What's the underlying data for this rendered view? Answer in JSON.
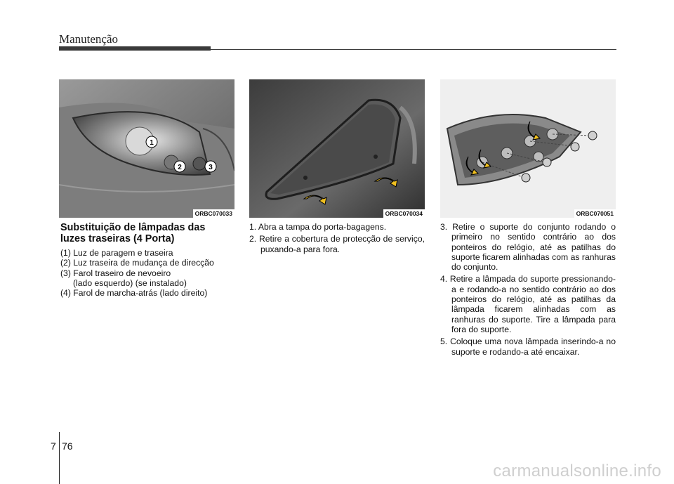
{
  "header": {
    "section_title": "Manutenção"
  },
  "figures": [
    {
      "caption": "ORBC070033",
      "callouts": [
        "1",
        "2",
        "3"
      ]
    },
    {
      "caption": "ORBC070034"
    },
    {
      "caption": "ORBC070051"
    }
  ],
  "column1": {
    "heading_line1": "Substituição de lâmpadas das",
    "heading_line2": "luzes traseiras (4 Porta)",
    "items": [
      "(1) Luz de paragem e traseira",
      "(2) Luz traseira de mudança de direcção",
      "(3) Farol traseiro de nevoeiro",
      "(lado esquerdo) (se instalado)",
      "(4) Farol de marcha-atrás (lado direito)"
    ]
  },
  "column2": {
    "steps": [
      "1. Abra a tampa do porta-bagagens.",
      "2. Retire a cobertura de protecção de serviço, puxando-a para fora."
    ]
  },
  "column3": {
    "steps": [
      "3. Retire o suporte do conjunto rodando o primeiro no sentido contrário ao dos ponteiros do relógio, até as patilhas do suporte ficarem alinhadas com as ranhuras do conjunto.",
      "4. Retire a lâmpada do suporte pressionando-a e rodando-a no sentido contrário ao dos ponteiros do relógio, até as patilhas da lâmpada ficarem alinhadas com as ranhuras do suporte. Tire a lâmpada para fora do suporte.",
      "5. Coloque uma nova lâmpada inserindo-a no suporte e rodando-a até encaixar."
    ]
  },
  "footer": {
    "chapter": "7",
    "page": "76",
    "watermark": "carmanualsonline.info"
  }
}
